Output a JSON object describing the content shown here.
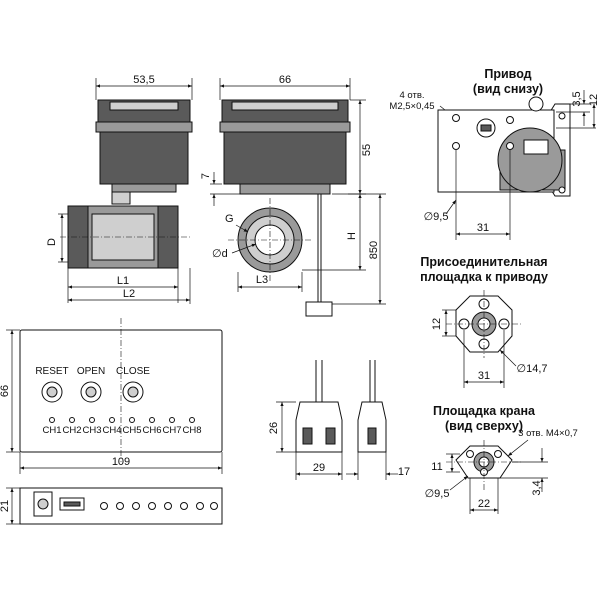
{
  "dims": {
    "w53_5": "53,5",
    "w66_top": "66",
    "h55": "55",
    "h7": "7",
    "D": "D",
    "L1": "L1",
    "L2": "L2",
    "G": "G",
    "d": "∅d",
    "L3": "L3",
    "H": "H",
    "h850": "850",
    "p_35": "3,5",
    "p_12": "12",
    "p_95a": "∅9,5",
    "p_31a": "31",
    "f_12": "12",
    "f_147": "∅14,7",
    "f_31": "31",
    "c_26": "26",
    "c_29": "29",
    "c_17": "17",
    "k_11": "11",
    "k_34": "3,4",
    "k_95": "∅9,5",
    "k_22": "22",
    "b_66": "66",
    "b_109": "109",
    "b_21": "21"
  },
  "titles": {
    "drive_1": "Привод",
    "drive_2": "(вид снизу)",
    "flange_1": "Присоединительная",
    "flange_2": "площадка к приводу",
    "valve_1": "Площадка крана",
    "valve_2": "(вид сверху)"
  },
  "notes": {
    "holes_drive_1": "4 отв.",
    "holes_drive_2": "М2,5×0,45",
    "holes_valve": "3 отв. М4×0,7"
  },
  "controller": {
    "buttons": [
      "RESET",
      "OPEN",
      "CLOSE"
    ],
    "channels": [
      "CH1",
      "CH2",
      "CH3",
      "CH4",
      "CH5",
      "CH6",
      "CH7",
      "CH8"
    ]
  }
}
